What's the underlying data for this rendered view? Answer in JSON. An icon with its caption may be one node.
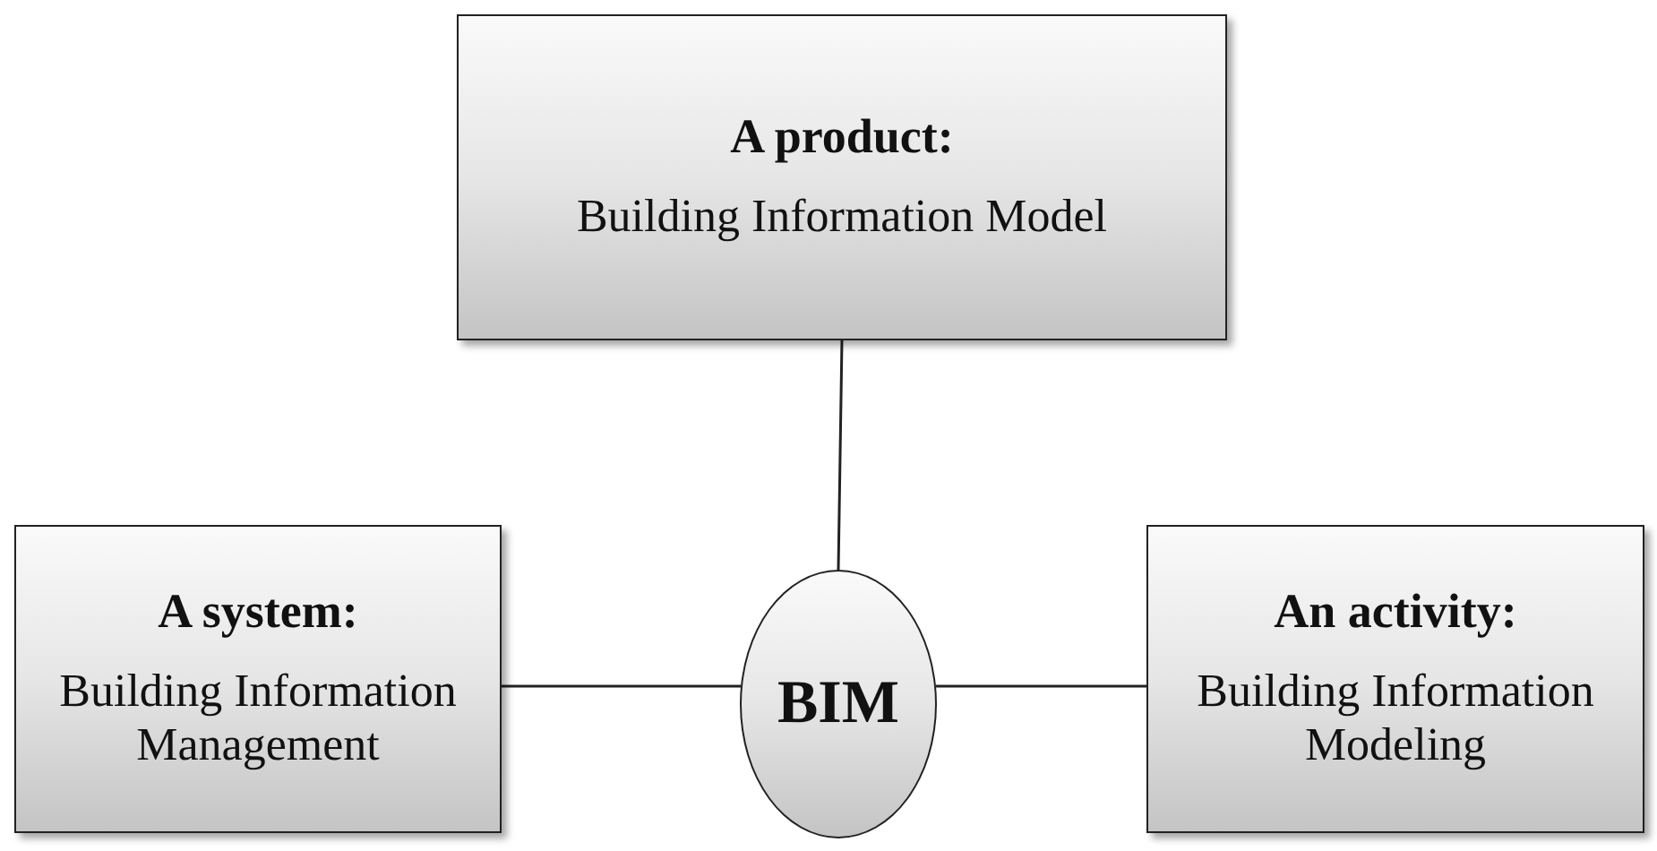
{
  "diagram": {
    "nodes": [
      {
        "text": [
          "A product:",
          "Building Information Model"
        ]
      },
      {
        "text": [
          "A system:",
          "Building Information Management"
        ]
      },
      {
        "text": [
          "BIM"
        ]
      },
      {
        "text": [
          "An activity:",
          "Building Information Modeling"
        ]
      }
    ],
    "edges": [
      {
        "from": 0,
        "to": 2,
        "arrow": "none"
      },
      {
        "from": 1,
        "to": 2,
        "arrow": "none"
      },
      {
        "from": 2,
        "to": 3,
        "arrow": "none"
      }
    ]
  }
}
